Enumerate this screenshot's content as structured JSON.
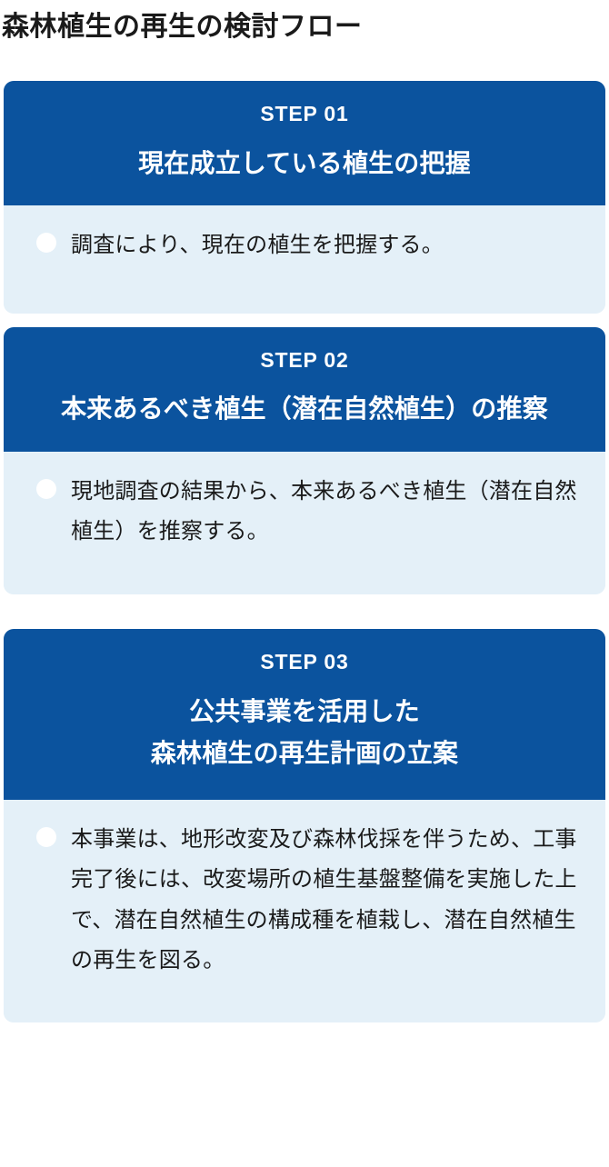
{
  "page": {
    "title": "森林植生の再生の検討フロー"
  },
  "theme": {
    "header_blue": "#0B539E",
    "body_light_blue": "#E4F0F8",
    "text_dark": "#1A1A1A",
    "text_on_blue": "#FFFFFF",
    "page_background": "#FFFFFF"
  },
  "steps": [
    {
      "label": "STEP 01",
      "title_lines": [
        "現在成立している植生の把握"
      ],
      "bullet_icon": "filled-circle-icon",
      "body": "調査により、現在の植生を把握する。"
    },
    {
      "label": "STEP 02",
      "title_lines": [
        "本来あるべき植生（潜在自然植生）の推察"
      ],
      "bullet_icon": "filled-circle-icon",
      "body": "現地調査の結果から、本来あるべき植生（潜在自然植生）を推察する。"
    },
    {
      "label": "STEP 03",
      "title_lines": [
        "公共事業を活用した",
        "森林植生の再生計画の立案"
      ],
      "bullet_icon": "filled-circle-icon",
      "body": "本事業は、地形改変及び森林伐採を伴うため、工事完了後には、改変場所の植生基盤整備を実施した上で、潜在自然植生の構成種を植栽し、潜在自然植生の再生を図る。"
    }
  ]
}
